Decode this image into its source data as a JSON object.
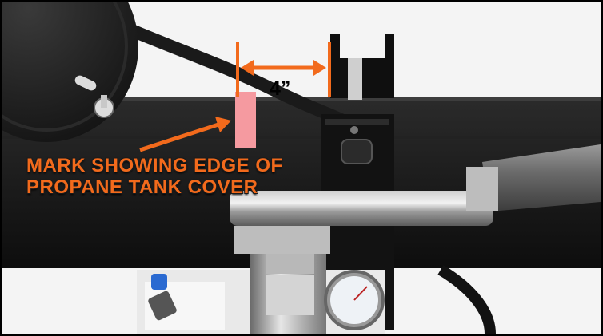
{
  "annotation": {
    "dimension_label": "4”",
    "callout_line1": "MARK SHOWING EDGE OF",
    "callout_line2": "PROPANE TANK COVER"
  },
  "colors": {
    "accent": "#f26a1c",
    "mark": "#f59aa0",
    "frame": "#000000",
    "rail": "#121212"
  },
  "icons": [
    "arrow-icon",
    "dimension-arrow-icon",
    "pressure-gauge-icon"
  ]
}
